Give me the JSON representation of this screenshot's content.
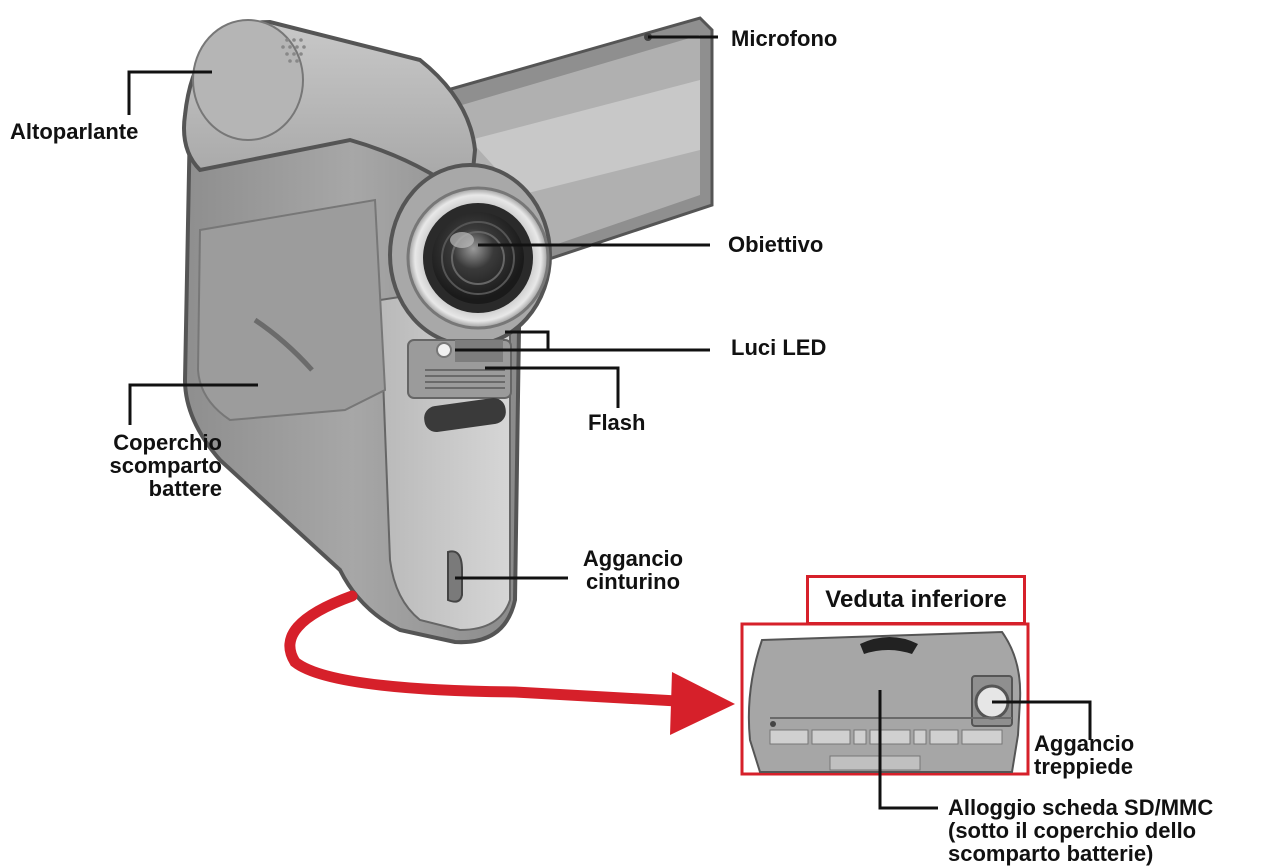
{
  "labels": {
    "microphone": "Microfono",
    "speaker": "Altoparlante",
    "lens": "Obiettivo",
    "led": "Luci LED",
    "flash": "Flash",
    "battery_cover": [
      "Coperchio",
      "scomparto",
      "battere"
    ],
    "strap_hook": [
      "Aggancio",
      "cinturino"
    ],
    "bottom_view": "Veduta inferiore",
    "tripod": [
      "Aggancio",
      "treppiede"
    ],
    "sd_slot": [
      "Alloggio scheda SD/MMC",
      "(sotto il coperchio dello",
      "scomparto batterie)"
    ]
  },
  "colors": {
    "accent_red": "#d6202a",
    "line": "#111111",
    "body_gray": "#9a9a9a"
  }
}
